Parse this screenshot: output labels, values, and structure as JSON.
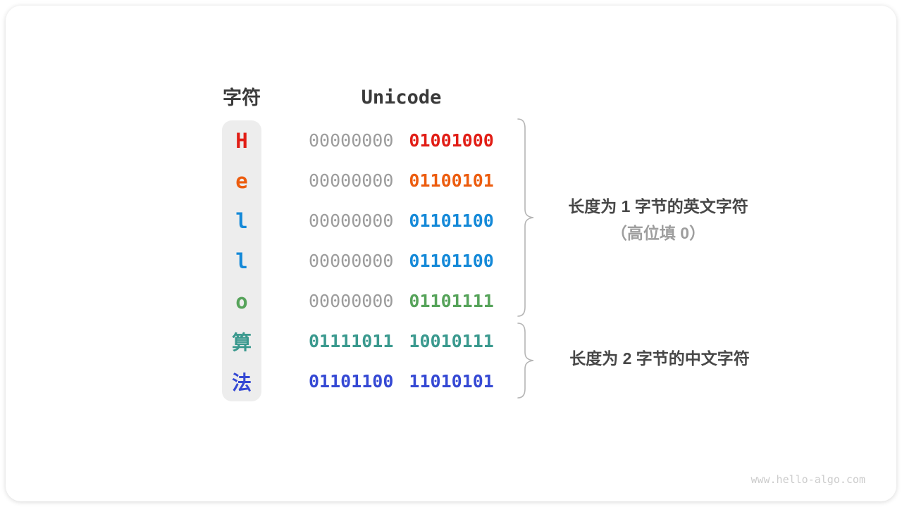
{
  "diagram": {
    "headers": {
      "char": "字符",
      "unicode": "Unicode"
    },
    "rows": [
      {
        "char": "H",
        "byte1": "00000000",
        "byte2": "01001000",
        "color": "#e11d15"
      },
      {
        "char": "e",
        "byte1": "00000000",
        "byte2": "01100101",
        "color": "#ec5c0e"
      },
      {
        "char": "l",
        "byte1": "00000000",
        "byte2": "01101100",
        "color": "#1489d8"
      },
      {
        "char": "l",
        "byte1": "00000000",
        "byte2": "01101100",
        "color": "#1489d8"
      },
      {
        "char": "o",
        "byte1": "00000000",
        "byte2": "01101111",
        "color": "#56a35a"
      },
      {
        "char": "算",
        "byte1": "01111011",
        "byte2": "10010111",
        "color": "#3a998e"
      },
      {
        "char": "法",
        "byte1": "01101100",
        "byte2": "11010101",
        "color": "#3549d4"
      }
    ],
    "annotations": {
      "group1": {
        "line1": "长度为 1 字节的英文字符",
        "line2": "（高位填 0）"
      },
      "group2": {
        "line1": "长度为 2 字节的中文字符"
      }
    },
    "watermark": "www.hello-algo.com",
    "colors": {
      "muted_binary": "#9c9c9c",
      "header_text": "#3a3a3a",
      "annotation_dark": "#474747",
      "annotation_gray": "#9e9e9e",
      "brace": "#b5b5b5",
      "strip_background": "#ededed"
    }
  }
}
